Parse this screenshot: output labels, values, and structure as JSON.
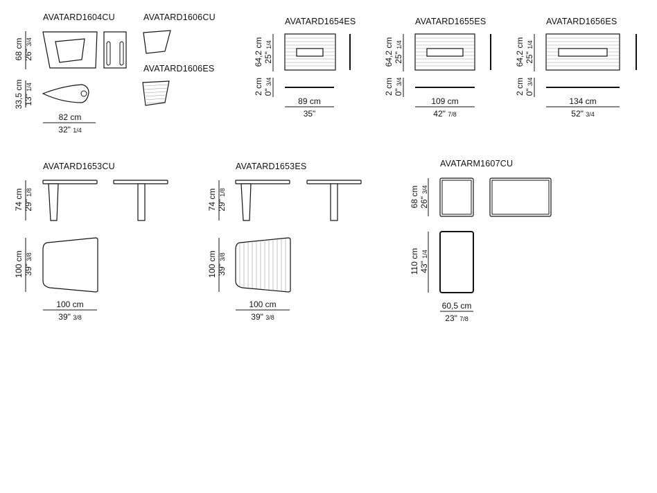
{
  "products": {
    "d1604cu": {
      "title": "AVATARD1604CU",
      "height_cm": "68 cm",
      "height_in": "26\"",
      "height_in_frac": "3/4",
      "depth_cm": "33,5 cm",
      "depth_in": "13\"",
      "depth_in_frac": "1/4",
      "width_cm": "82 cm",
      "width_in": "32\"",
      "width_in_frac": "1/4"
    },
    "d1606cu": {
      "title": "AVATARD1606CU"
    },
    "d1606es": {
      "title": "AVATARD1606ES"
    },
    "d1654es": {
      "title": "AVATARD1654ES",
      "height_cm": "64,2 cm",
      "height_in": "25\"",
      "height_in_frac": "1/4",
      "thick_cm": "2 cm",
      "thick_in": "0\"",
      "thick_in_frac": "3/4",
      "width_cm": "89 cm",
      "width_in": "35\""
    },
    "d1655es": {
      "title": "AVATARD1655ES",
      "height_cm": "64,2 cm",
      "height_in": "25\"",
      "height_in_frac": "1/4",
      "thick_cm": "2 cm",
      "thick_in": "0\"",
      "thick_in_frac": "3/4",
      "width_cm": "109 cm",
      "width_in": "42\"",
      "width_in_frac": "7/8"
    },
    "d1656es": {
      "title": "AVATARD1656ES",
      "height_cm": "64,2 cm",
      "height_in": "25\"",
      "height_in_frac": "1/4",
      "thick_cm": "2 cm",
      "thick_in": "0\"",
      "thick_in_frac": "3/4",
      "width_cm": "134 cm",
      "width_in": "52\"",
      "width_in_frac": "3/4"
    },
    "d1653cu": {
      "title": "AVATARD1653CU",
      "height_cm": "74 cm",
      "height_in": "29\"",
      "height_in_frac": "1/8",
      "depth_cm": "100 cm",
      "depth_in": "39\"",
      "depth_in_frac": "3/8",
      "width_cm": "100 cm",
      "width_in": "39\"",
      "width_in_frac": "3/8"
    },
    "d1653es": {
      "title": "AVATARD1653ES",
      "height_cm": "74 cm",
      "height_in": "29\"",
      "height_in_frac": "1/8",
      "depth_cm": "100 cm",
      "depth_in": "39\"",
      "depth_in_frac": "3/8",
      "width_cm": "100 cm",
      "width_in": "39\"",
      "width_in_frac": "3/8"
    },
    "m1607cu": {
      "title": "AVATARM1607CU",
      "height_cm": "68 cm",
      "height_in": "26\"",
      "height_in_frac": "3/4",
      "depth_cm": "110 cm",
      "depth_in": "43\"",
      "depth_in_frac": "1/4",
      "width_cm": "60,5 cm",
      "width_in": "23\"",
      "width_in_frac": "7/8"
    }
  }
}
